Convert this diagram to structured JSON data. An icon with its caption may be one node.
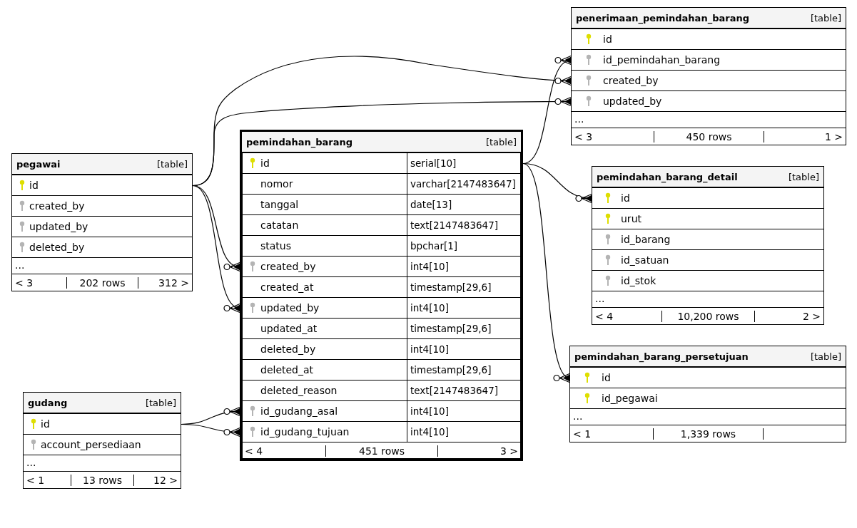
{
  "diagram": {
    "nodes": [
      {
        "text": [
          "penerimaan_pemindahan_barang",
          "[table]"
        ]
      },
      {
        "text": [
          "id"
        ],
        "in": 0
      },
      {
        "text": [
          "id_pemindahan_barang"
        ],
        "in": 0
      },
      {
        "text": [
          "created_by"
        ],
        "in": 0
      },
      {
        "text": [
          "updated_by"
        ],
        "in": 0
      },
      {
        "text": [
          "..."
        ],
        "in": 0
      },
      {
        "text": [
          "< 3",
          "450 rows",
          "1 >"
        ],
        "in": 0
      },
      {
        "text": [
          "pegawai",
          "[table]"
        ]
      },
      {
        "text": [
          "id"
        ],
        "in": 7
      },
      {
        "text": [
          "created_by"
        ],
        "in": 7
      },
      {
        "text": [
          "updated_by"
        ],
        "in": 7
      },
      {
        "text": [
          "deleted_by"
        ],
        "in": 7
      },
      {
        "text": [
          "..."
        ],
        "in": 7
      },
      {
        "text": [
          "< 3",
          "202 rows",
          "312 >"
        ],
        "in": 7
      },
      {
        "text": [
          "pemindahan_barang",
          "[table]"
        ]
      },
      {
        "text": [
          "id",
          "serial[10]"
        ],
        "in": 14
      },
      {
        "text": [
          "nomor",
          "varchar[2147483647]"
        ],
        "in": 14
      },
      {
        "text": [
          "tanggal",
          "date[13]"
        ],
        "in": 14
      },
      {
        "text": [
          "catatan",
          "text[2147483647]"
        ],
        "in": 14
      },
      {
        "text": [
          "status",
          "bpchar[1]"
        ],
        "in": 14
      },
      {
        "text": [
          "created_by",
          "int4[10]"
        ],
        "in": 14
      },
      {
        "text": [
          "created_at",
          "timestamp[29,6]"
        ],
        "in": 14
      },
      {
        "text": [
          "updated_by",
          "int4[10]"
        ],
        "in": 14
      },
      {
        "text": [
          "updated_at",
          "timestamp[29,6]"
        ],
        "in": 14
      },
      {
        "text": [
          "deleted_by",
          "int4[10]"
        ],
        "in": 14
      },
      {
        "text": [
          "deleted_at",
          "timestamp[29,6]"
        ],
        "in": 14
      },
      {
        "text": [
          "deleted_reason",
          "text[2147483647]"
        ],
        "in": 14
      },
      {
        "text": [
          "id_gudang_asal",
          "int4[10]"
        ],
        "in": 14
      },
      {
        "text": [
          "id_gudang_tujuan",
          "int4[10]"
        ],
        "in": 14
      },
      {
        "text": [
          "< 4",
          "451 rows",
          "3 >"
        ],
        "in": 14
      },
      {
        "text": [
          "pemindahan_barang_detail",
          "[table]"
        ]
      },
      {
        "text": [
          "id"
        ],
        "in": 30
      },
      {
        "text": [
          "urut"
        ],
        "in": 30
      },
      {
        "text": [
          "id_barang"
        ],
        "in": 30
      },
      {
        "text": [
          "id_satuan"
        ],
        "in": 30
      },
      {
        "text": [
          "id_stok"
        ],
        "in": 30
      },
      {
        "text": [
          "..."
        ],
        "in": 30
      },
      {
        "text": [
          "< 4",
          "10,200 rows",
          "2 >"
        ],
        "in": 30
      },
      {
        "text": [
          "pemindahan_barang_persetujuan",
          "[table]"
        ]
      },
      {
        "text": [
          "id"
        ],
        "in": 38
      },
      {
        "text": [
          "id_pegawai"
        ],
        "in": 38
      },
      {
        "text": [
          "..."
        ],
        "in": 38
      },
      {
        "text": [
          "< 1",
          "1,339 rows"
        ],
        "in": 38
      },
      {
        "text": [
          "gudang",
          "[table]"
        ]
      },
      {
        "text": [
          "id"
        ],
        "in": 43
      },
      {
        "text": [
          "account_persediaan"
        ],
        "in": 43
      },
      {
        "text": [
          "..."
        ],
        "in": 43
      },
      {
        "text": [
          "< 1",
          "13 rows",
          "12 >"
        ],
        "in": 43
      }
    ],
    "edges": [
      {
        "from": 8,
        "to": 3,
        "arrow": "other"
      },
      {
        "from": 8,
        "to": 4,
        "arrow": "other"
      },
      {
        "from": 8,
        "to": 20,
        "arrow": "other"
      },
      {
        "from": 8,
        "to": 22,
        "arrow": "other"
      },
      {
        "from": 15,
        "to": 2,
        "arrow": "other"
      },
      {
        "from": 15,
        "to": 31,
        "arrow": "other"
      },
      {
        "from": 15,
        "to": 39,
        "arrow": "other"
      },
      {
        "from": 44,
        "to": 27,
        "arrow": "other"
      },
      {
        "from": 44,
        "to": 28,
        "arrow": "other"
      }
    ]
  }
}
